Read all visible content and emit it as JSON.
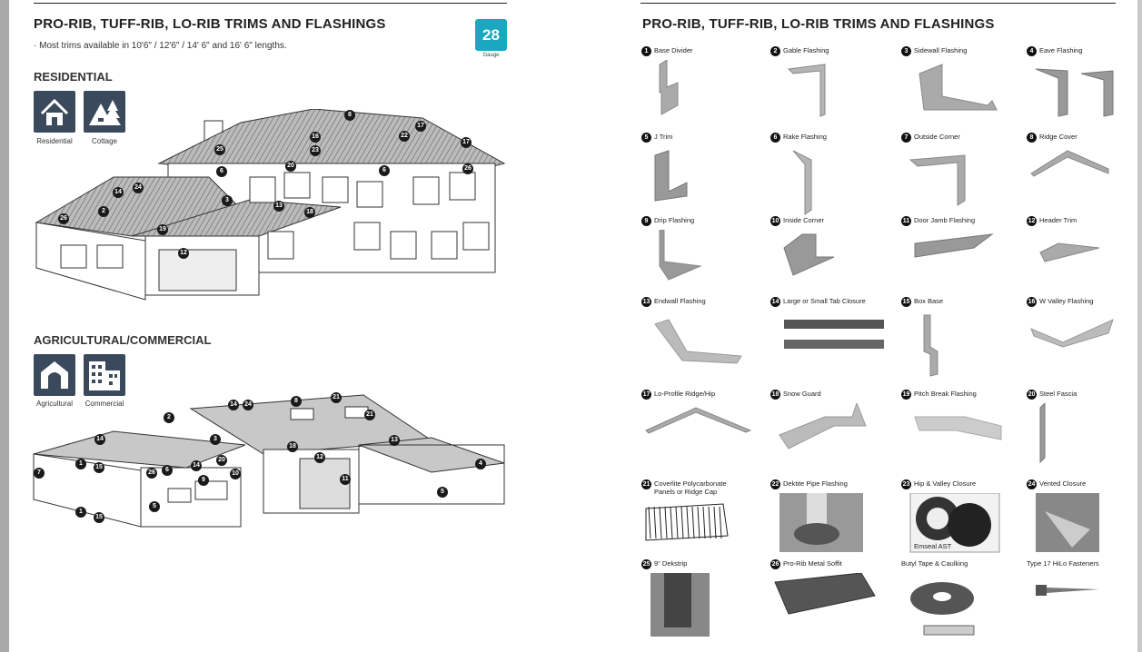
{
  "left": {
    "title": "PRO-RIB, TUFF-RIB, LO-RIB TRIMS AND FLASHINGS",
    "subtitle": "· Most trims available in 10'6\" / 12'6\" / 14' 6\" and 16' 6\" lengths.",
    "gauge": {
      "value": "28",
      "label": "Gauge",
      "color": "#1aa7bf"
    },
    "residential": {
      "heading": "RESIDENTIAL",
      "icons": [
        {
          "icon": "house-icon",
          "label": "Residential"
        },
        {
          "icon": "cottage-icon",
          "label": "Cottage"
        }
      ],
      "callouts": [
        "8",
        "17",
        "16",
        "22",
        "25",
        "23",
        "17",
        "20",
        "6",
        "6",
        "26",
        "14",
        "24",
        "3",
        "2",
        "26",
        "13",
        "18",
        "19",
        "12"
      ]
    },
    "agricultural": {
      "heading": "AGRICULTURAL/COMMERCIAL",
      "icons": [
        {
          "icon": "barn-icon",
          "label": "Agricultural"
        },
        {
          "icon": "commercial-building-icon",
          "label": "Commercial"
        }
      ],
      "callouts": [
        "14",
        "24",
        "8",
        "21",
        "2",
        "21",
        "14",
        "3",
        "18",
        "12",
        "13",
        "7",
        "1",
        "15",
        "26",
        "6",
        "14",
        "20",
        "9",
        "10",
        "11",
        "4",
        "5",
        "5",
        "1",
        "15"
      ]
    }
  },
  "right": {
    "title": "PRO-RIB, TUFF-RIB, LO-RIB TRIMS AND FLASHINGS",
    "items": [
      {
        "num": "1",
        "label": "Base Divider"
      },
      {
        "num": "2",
        "label": "Gable Flashing"
      },
      {
        "num": "3",
        "label": "Sidewall Flashing"
      },
      {
        "num": "4",
        "label": "Eave Flashing"
      },
      {
        "num": "5",
        "label": "J Trim"
      },
      {
        "num": "6",
        "label": "Rake Flashing"
      },
      {
        "num": "7",
        "label": "Outside Corner"
      },
      {
        "num": "8",
        "label": "Ridge Cover"
      },
      {
        "num": "9",
        "label": "Drip Flashing"
      },
      {
        "num": "10",
        "label": "Inside Corner"
      },
      {
        "num": "11",
        "label": "Door Jamb Flashing"
      },
      {
        "num": "12",
        "label": "Header Trim"
      },
      {
        "num": "13",
        "label": "Endwall Flashing"
      },
      {
        "num": "14",
        "label": "Large or Small Tab Closure"
      },
      {
        "num": "15",
        "label": "Box Base"
      },
      {
        "num": "16",
        "label": "W Valley Flashing"
      },
      {
        "num": "17",
        "label": "Lo-Profile Ridge/Hip"
      },
      {
        "num": "18",
        "label": "Snow Guard"
      },
      {
        "num": "19",
        "label": "Pitch Break Flashing"
      },
      {
        "num": "20",
        "label": "Steel Fascia"
      },
      {
        "num": "21",
        "label": "Coverlite Polycarbonate Panels or Ridge Cap"
      },
      {
        "num": "22",
        "label": "Dektite Pipe Flashing"
      },
      {
        "num": "23",
        "label": "Hip & Valley Closure",
        "caption": "Emseal AST"
      },
      {
        "num": "24",
        "label": "Vented Closure"
      },
      {
        "num": "25",
        "label": "9\" Dekstrip"
      },
      {
        "num": "26",
        "label": "Pro-Rib Metal Soffit"
      },
      {
        "num": "",
        "label": "Butyl Tape & Caulking"
      },
      {
        "num": "",
        "label": "Type 17 HiLo Fasteners"
      }
    ]
  }
}
